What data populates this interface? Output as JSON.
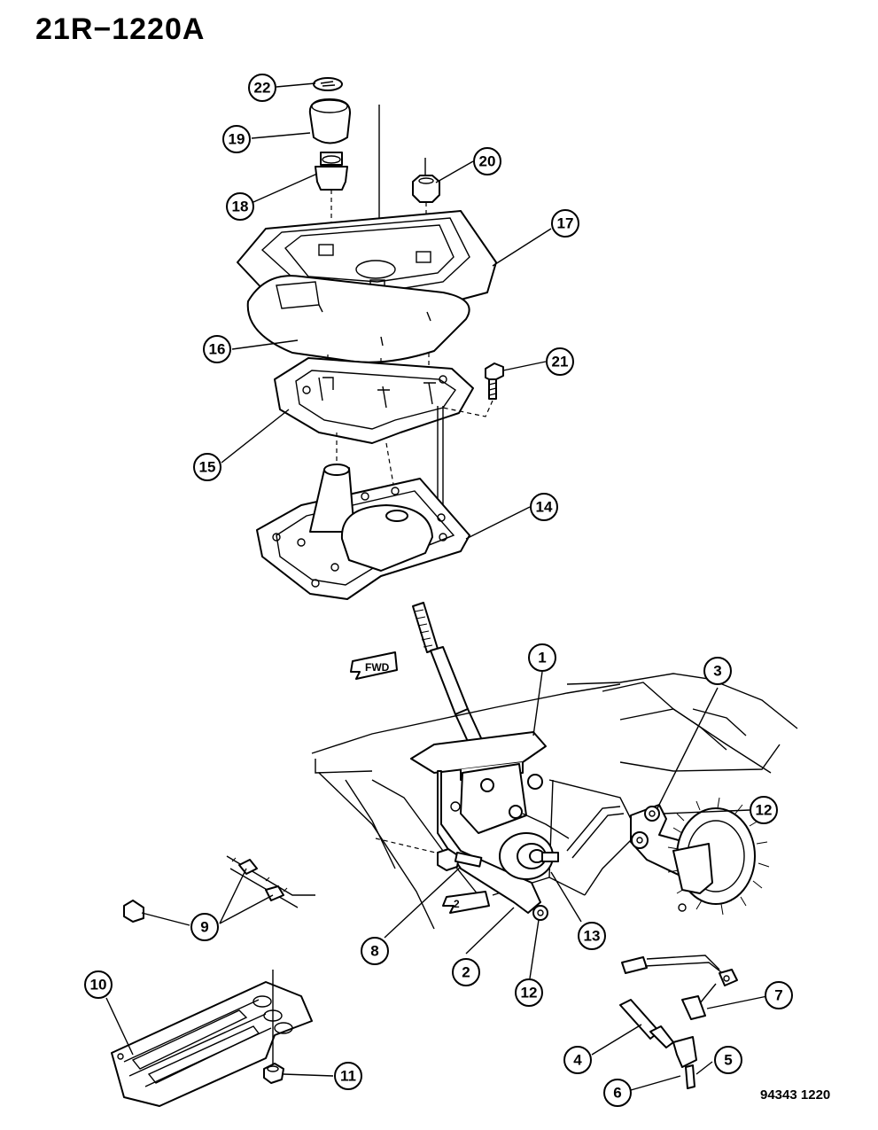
{
  "diagram": {
    "title": "21R−1220A",
    "code": "94343  1220",
    "callouts": [
      "1",
      "2",
      "3",
      "4",
      "5",
      "6",
      "7",
      "8",
      "9",
      "10",
      "11",
      "12",
      "12",
      "13",
      "14",
      "15",
      "16",
      "17",
      "18",
      "19",
      "20",
      "21",
      "22"
    ],
    "arrow_labels": [
      "FWD",
      "2"
    ]
  }
}
